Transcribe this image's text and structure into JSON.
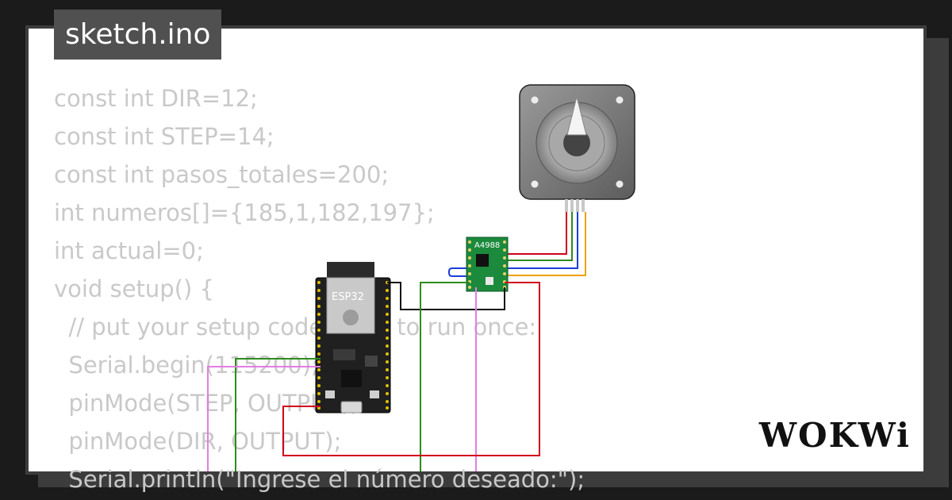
{
  "tab": {
    "file_name": "sketch.ino"
  },
  "code_lines": [
    "const int DIR=12;",
    "const int STEP=14;",
    "const int pasos_totales=200;",
    "int numeros[]={185,1,182,197};",
    "int actual=0;",
    "void setup() {",
    "  // put your setup code here, to run once:",
    "  Serial.begin(115200);",
    "  pinMode(STEP, OUTPUT);",
    "  pinMode(DIR, OUTPUT);",
    "  Serial.println(\"Ingrese el número deseado:\");"
  ],
  "parts": {
    "esp32_label": "ESP32",
    "driver_label": "A4988"
  },
  "colors": {
    "background": "#1b1b1b",
    "card": "#ffffff",
    "frame": "#3c3c3c",
    "code_text": "#c9c9c9",
    "wire_red": "#d0021b",
    "wire_green": "#2e8b1e",
    "wire_blue": "#1a3ed8",
    "wire_orange": "#f0a000",
    "wire_violet": "#e47ee4",
    "wire_black": "#111111",
    "driver_board": "#1c8a3c"
  },
  "brand": {
    "logo_text": "WOKWi"
  }
}
